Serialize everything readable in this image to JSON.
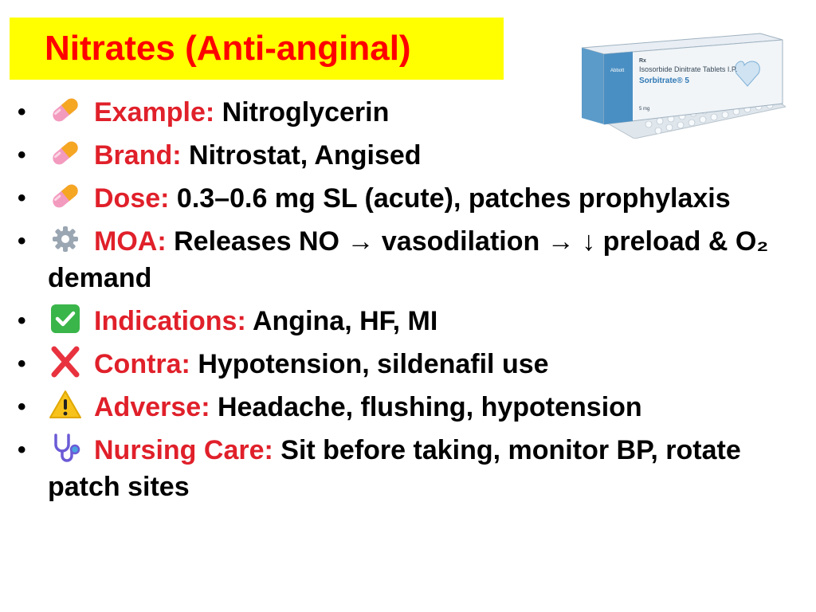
{
  "title": "Nitrates (Anti-anginal)",
  "colors": {
    "title_background": "#ffff00",
    "title_text": "#ff0000",
    "label_text": "#e0202a",
    "body_text": "#000000"
  },
  "product_image": {
    "description_icon": "drug-box-photo",
    "rx_mark": "Rx",
    "generic_name": "Isosorbide Dinitrate Tablets I.P.",
    "brand_name": "Sorbitrate® 5",
    "strength": "5 mg",
    "maker_logo": "Abbott"
  },
  "bullets": [
    {
      "icon": "pill-icon",
      "label": "Example:",
      "text": " Nitroglycerin"
    },
    {
      "icon": "pill-icon",
      "label": "Brand:",
      "text": " Nitrostat, Angised"
    },
    {
      "icon": "pill-icon",
      "label": "Dose:",
      "text": " 0.3–0.6 mg SL (acute), patches prophylaxis"
    },
    {
      "icon": "gear-icon",
      "label": "MOA:",
      "text": " Releases NO → vasodilation → ↓ preload & O₂ demand"
    },
    {
      "icon": "check-box-icon",
      "label": "Indications:",
      "text": " Angina, HF, MI"
    },
    {
      "icon": "cross-mark-icon",
      "label": "Contra:",
      "text": " Hypotension, sildenafil use"
    },
    {
      "icon": "warning-icon",
      "label": "Adverse:",
      "text": " Headache, flushing, hypotension"
    },
    {
      "icon": "stethoscope-icon",
      "label": "Nursing Care:",
      "text": " Sit before taking, monitor BP, rotate patch sites"
    }
  ],
  "bullet_symbol": "•"
}
